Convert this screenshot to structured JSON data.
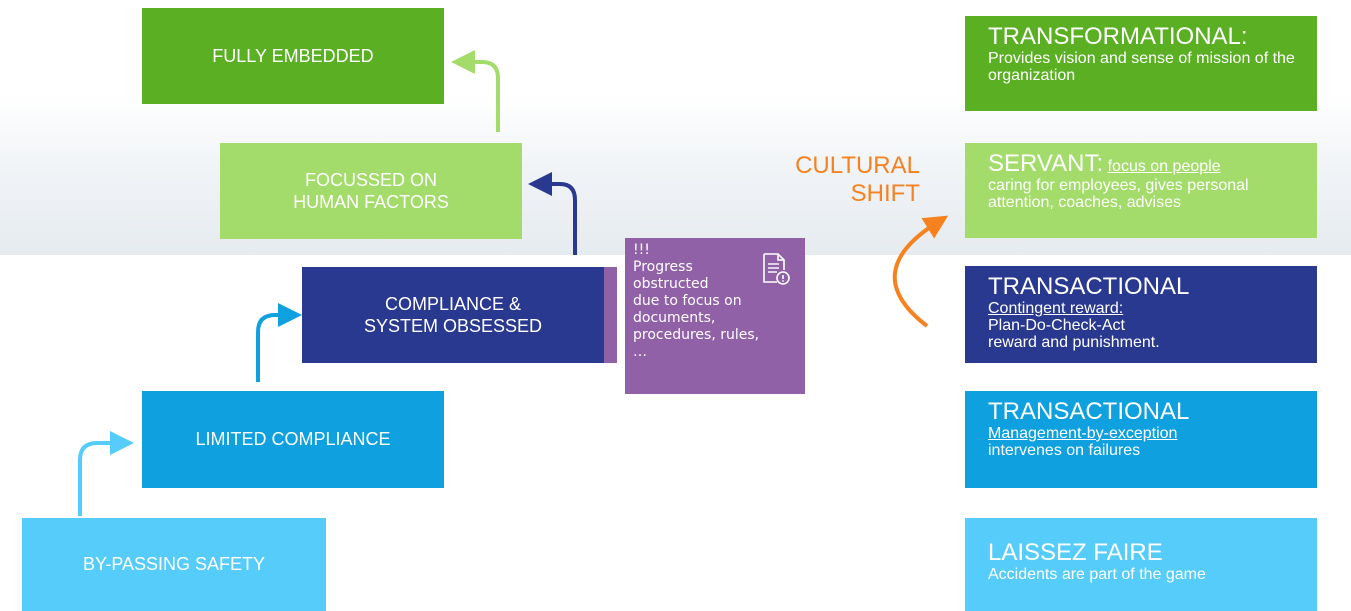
{
  "stairs": {
    "by_passing": "BY-PASSING SAFETY",
    "limited": "LIMITED COMPLIANCE",
    "compliance": "COMPLIANCE &\nSYSTEM OBSESSED",
    "human": "FOCUSSED ON\nHUMAN FACTORS",
    "embedded": "FULLY EMBEDDED"
  },
  "note": {
    "text": "!!!\nProgress\nobstructed\ndue to focus on\ndocuments,\nprocedures, rules,\n…",
    "icon": "document-alert-icon"
  },
  "cultural_shift": "CULTURAL\nSHIFT",
  "leadership": {
    "transformational": {
      "title": "TRANSFORMATIONAL:",
      "desc": "Provides vision and sense of mission of the organization"
    },
    "servant": {
      "title": "SERVANT:",
      "focus": "focus on people",
      "desc": "caring for employees, gives personal attention, coaches, advises"
    },
    "transactional_contingent": {
      "title": "TRANSACTIONAL",
      "link": "Contingent reward:",
      "line1": "Plan-Do-Check-Act",
      "line2": "reward and punishment."
    },
    "transactional_exception": {
      "title": "TRANSACTIONAL",
      "link": "Management-by-exception",
      "line1": "intervenes on failures"
    },
    "laissez_faire": {
      "title": "LAISSEZ FAIRE",
      "desc": "Accidents are part of the game"
    }
  },
  "colors": {
    "light_blue": "#55ccfa",
    "blue": "#0ea0df",
    "navy": "#29398f",
    "light_green": "#a3dc6a",
    "green": "#5aaf23",
    "purple": "#9161a8",
    "orange": "#f5821f"
  }
}
